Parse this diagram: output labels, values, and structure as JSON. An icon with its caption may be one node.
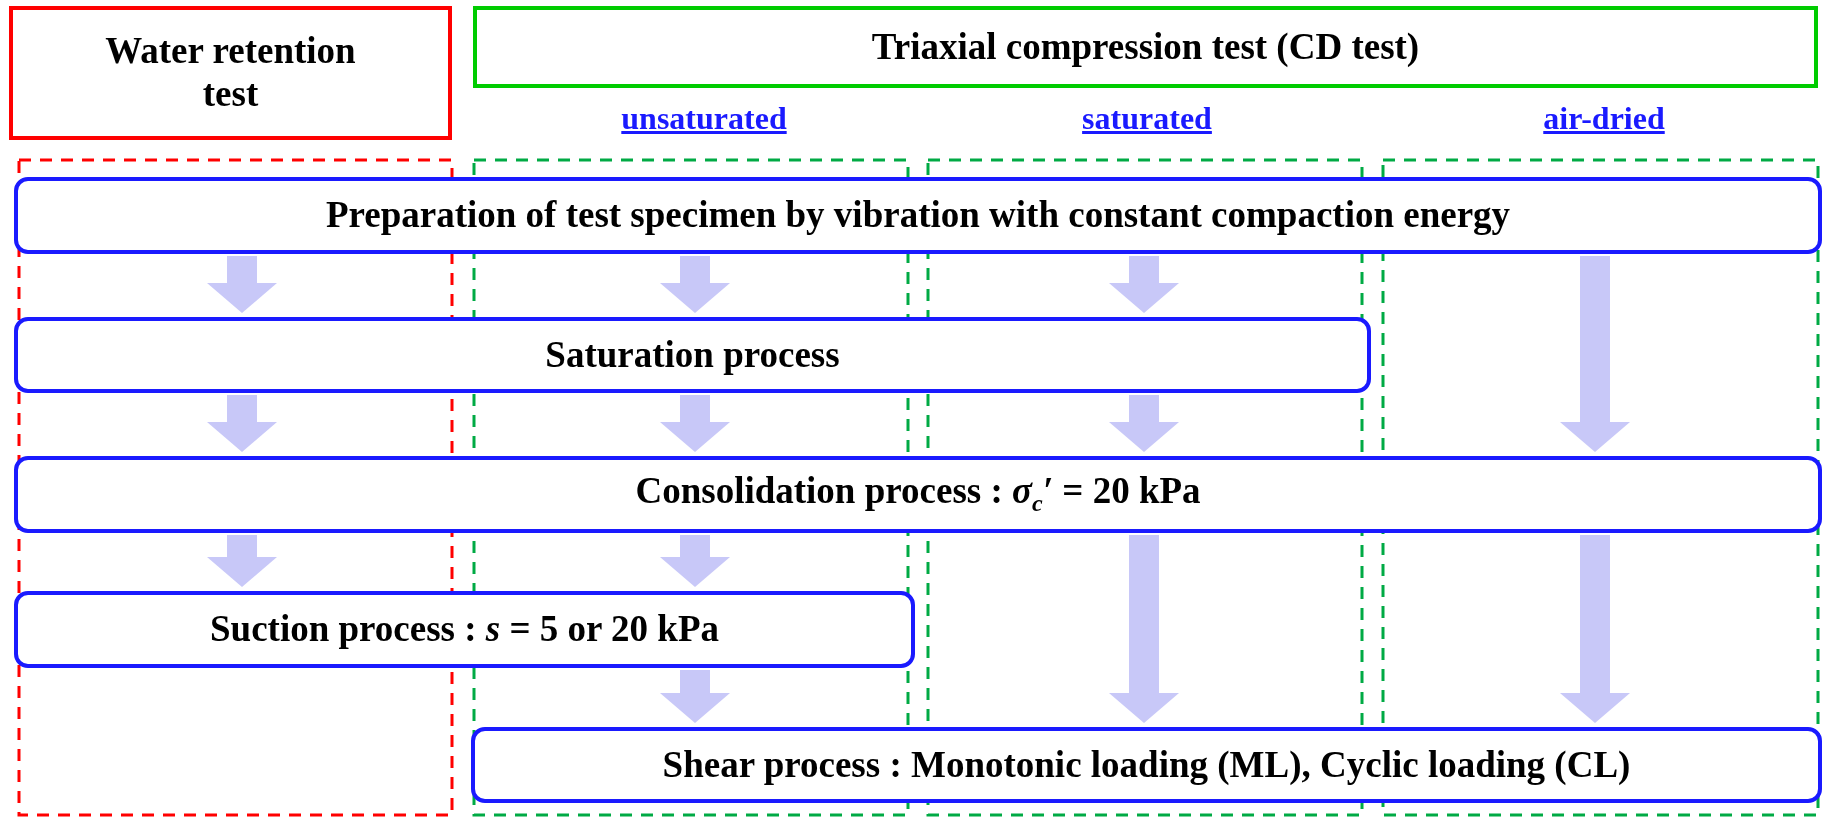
{
  "diagram": {
    "nodes": [
      {
        "text": [
          "Water retention test"
        ]
      },
      {
        "text": [
          "Triaxial compression test (CD test)"
        ]
      },
      {
        "text": [
          "Preparation of test specimen by vibration with constant compaction energy"
        ]
      },
      {
        "text": [
          "Saturation process"
        ]
      },
      {
        "text": [
          "Consolidation process : *σ*$_{c}$*′* = 20 kPa"
        ]
      },
      {
        "text": [
          "Suction process : *s* = 5 or 20 kPa"
        ]
      },
      {
        "text": [
          "Shear process : Monotonic loading (ML), Cyclic loading (CL)"
        ]
      }
    ],
    "edges": [
      {
        "from": 2,
        "to": 3,
        "arrow": "to"
      },
      {
        "from": 2,
        "to": 3,
        "arrow": "to"
      },
      {
        "from": 2,
        "to": 3,
        "arrow": "to"
      },
      {
        "from": 2,
        "to": 4,
        "arrow": "to"
      },
      {
        "from": 3,
        "to": 4,
        "arrow": "to"
      },
      {
        "from": 3,
        "to": 4,
        "arrow": "to"
      },
      {
        "from": 3,
        "to": 4,
        "arrow": "to"
      },
      {
        "from": 4,
        "to": 5,
        "arrow": "to"
      },
      {
        "from": 4,
        "to": 5,
        "arrow": "to"
      },
      {
        "from": 4,
        "to": 6,
        "arrow": "to"
      },
      {
        "from": 4,
        "to": 6,
        "arrow": "to"
      },
      {
        "from": 5,
        "to": 6,
        "arrow": "to"
      }
    ],
    "labels": [
      "unsaturated",
      "saturated",
      "air-dried"
    ]
  }
}
